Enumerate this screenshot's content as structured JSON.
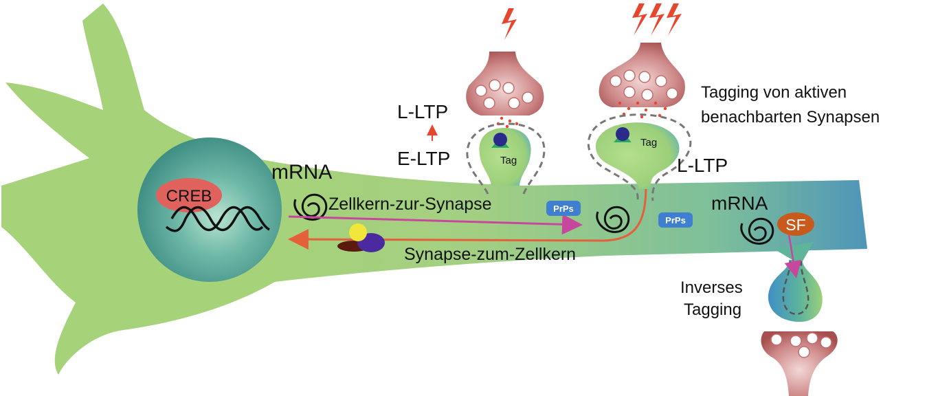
{
  "labels": {
    "creb": "CREB",
    "mrna_left": "mRNA",
    "nucleus_to_synapse": "Zellkern-zur-Synapse",
    "synapse_to_nucleus": "Synapse-zum-Zellkern",
    "l_ltp_left": "L-LTP",
    "e_ltp": "E-LTP",
    "tag_left": "Tag",
    "tag_right": "Tag",
    "prps_1": "PrPs",
    "prps_2": "PrPs",
    "l_ltp_right": "L-LTP",
    "tagging_line1": "Tagging von aktiven",
    "tagging_line2": "benachbarten Synapsen",
    "mrna_right": "mRNA",
    "sf": "SF",
    "inverse_line1": "Inverses",
    "inverse_line2": "Tagging"
  },
  "colors": {
    "neuron_green": "#a6d27a",
    "dendrite_teal": "#5fa89c",
    "nucleus": "#3e8f86",
    "creb": "#e0625c",
    "presynapse": "#b45a5a",
    "lightning": "#e8452f",
    "arrow_magenta": "#c8479e",
    "arrow_orange": "#e4603a",
    "prps_badge": "#3e7fd0",
    "sf": "#c85a1e"
  },
  "icons": {
    "stimulus": "lightning-bolt-icon",
    "tag": "tag-receptor-icon",
    "mrna": "spiral-icon"
  }
}
